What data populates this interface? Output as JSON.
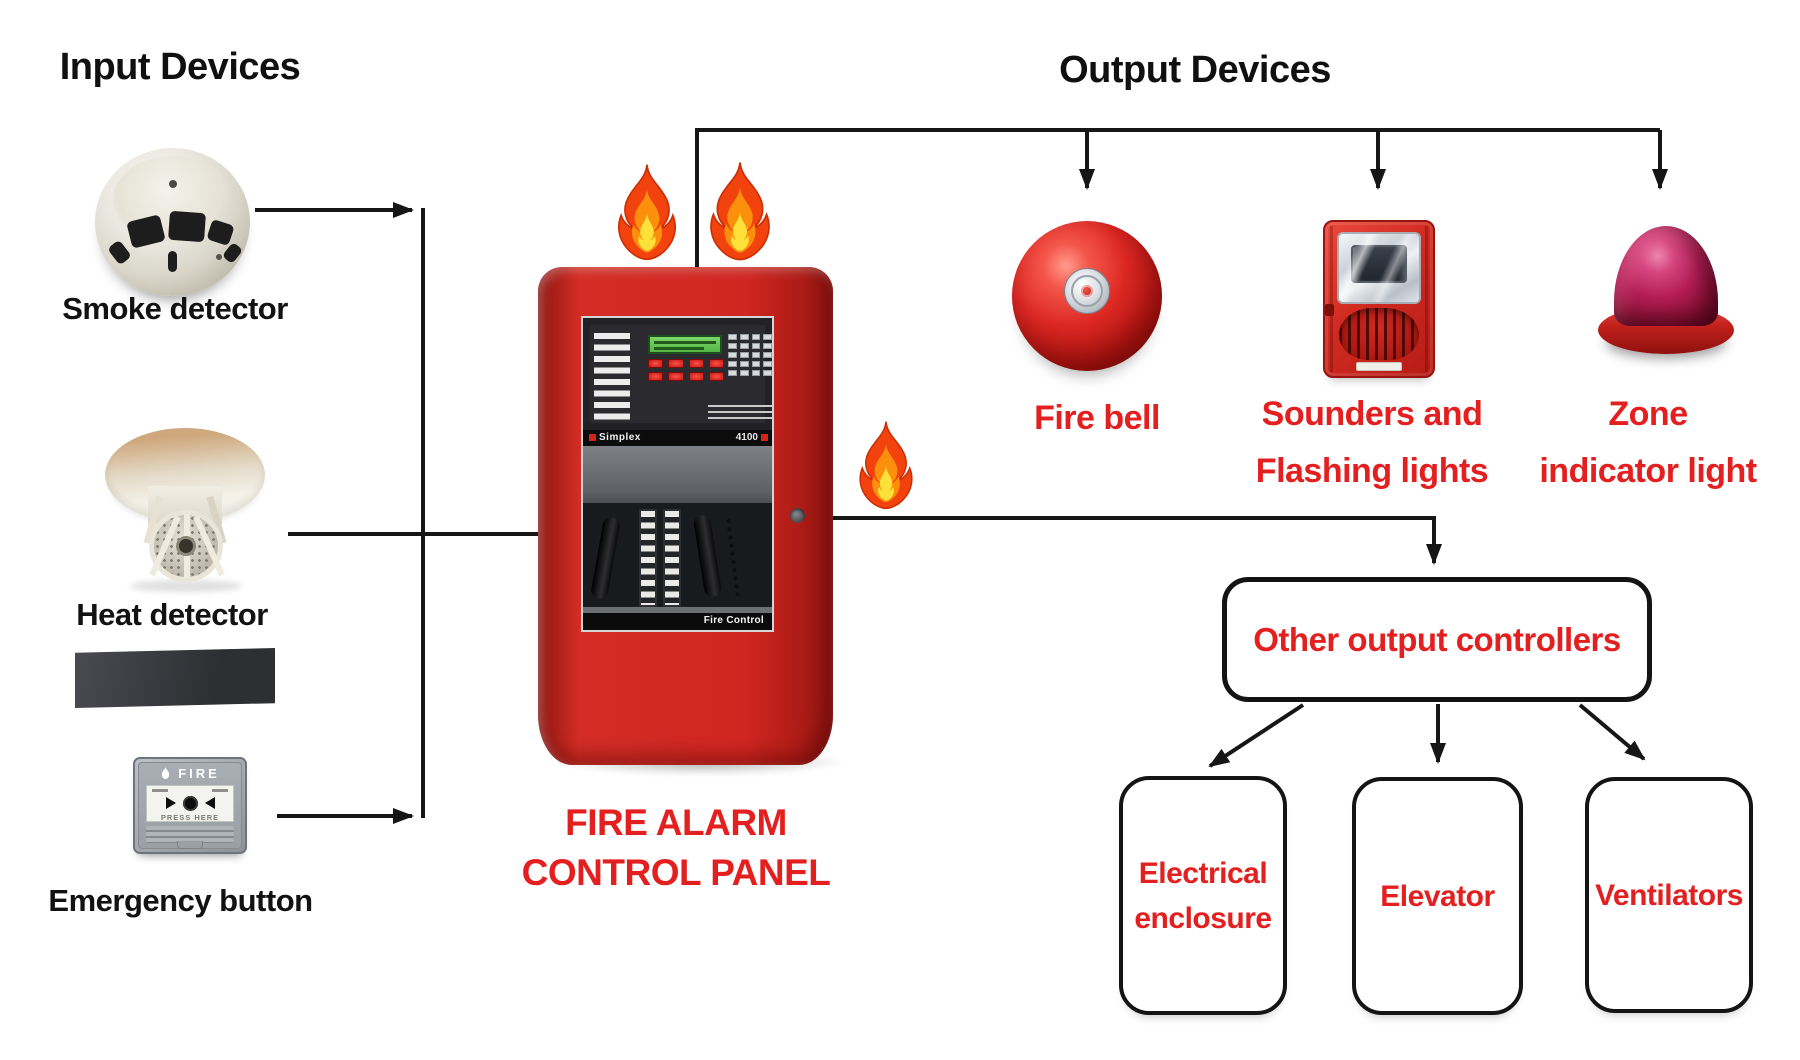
{
  "headings": {
    "input": "Input Devices",
    "output": "Output Devices"
  },
  "input_devices": [
    {
      "id": "smoke",
      "label": "Smoke detector"
    },
    {
      "id": "heat",
      "label": "Heat detector"
    },
    {
      "id": "emergency",
      "label": "Emergency button"
    }
  ],
  "panel": {
    "title_line1": "FIRE ALARM",
    "title_line2": "CONTROL PANEL",
    "brand": "Simplex",
    "model": "4100",
    "strip_label": "Fire Control"
  },
  "emergency_button": {
    "header": "FIRE",
    "press_label": "PRESS HERE"
  },
  "output_devices": [
    {
      "id": "fire_bell",
      "label_lines": [
        "Fire bell",
        ""
      ]
    },
    {
      "id": "sounders",
      "label_lines": [
        "Sounders and",
        "Flashing lights"
      ]
    },
    {
      "id": "zone",
      "label_lines": [
        "Zone",
        "indicator light"
      ]
    }
  ],
  "controllers": {
    "hub_label": "Other output controllers",
    "children": [
      "Electrical enclosure",
      "Elevator",
      "Ventilators"
    ]
  },
  "icons": {
    "flame": "flame-icon"
  },
  "colors": {
    "label_red": "#e3201f",
    "line_black": "#161616",
    "panel_red": "#d02620",
    "bell_red": "#dd2823",
    "dome_crimson": "#b51e55"
  }
}
